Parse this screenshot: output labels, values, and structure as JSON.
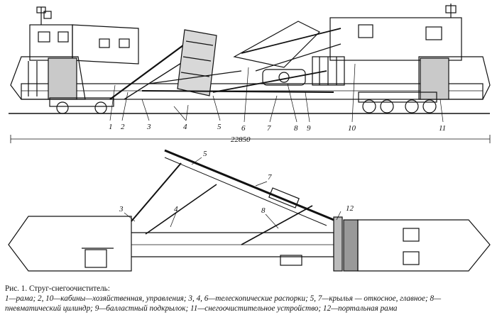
{
  "figure": {
    "dimension_label": "22850",
    "side_labels": [
      "1",
      "2",
      "3",
      "4",
      "5",
      "6",
      "7",
      "8",
      "9",
      "10",
      "11"
    ],
    "plan_labels": [
      "3",
      "4",
      "5",
      "7",
      "8",
      "12"
    ]
  },
  "caption": {
    "title": "Рис. 1. Струг-снегоочиститель:",
    "legend": "1—рама; 2, 10—кабины—хозяйственная, управления; 3, 4, 6—телескопические распорки; 5, 7—крылья — откосное, главное; 8—пневматический цилиндр; 9—балластный подкрылок; 11—снегоочистительное устройство; 12—портальная рама"
  }
}
